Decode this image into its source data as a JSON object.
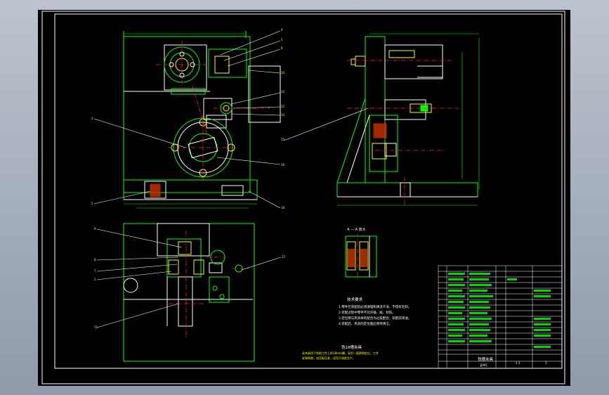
{
  "drawing": {
    "section_label": "A — A  放大",
    "tech_title": "技术要求",
    "tech_notes": [
      "1.零件在装配前必须清理和清洗干净，不得有毛刺。",
      "2.装配过程中零件不允许磕、碰、划伤。",
      "3.定位销与夹具体的配合为过盈配合，装配前涂油。",
      "4.装配后，夹具的定位面应保持清洁。"
    ],
    "fixture_caption": "铣18槽夹具",
    "fixture_desc_1": "本夹具用于铣削工件上的18mm槽，采用一面两销定位，工件",
    "fixture_desc_2": "安装简便，由压板压紧，适用于成批生产。"
  },
  "title_block": {
    "name": "铣槽夹具",
    "drawing_no": "JJ001",
    "scale": "1:1",
    "sheet": "1"
  }
}
